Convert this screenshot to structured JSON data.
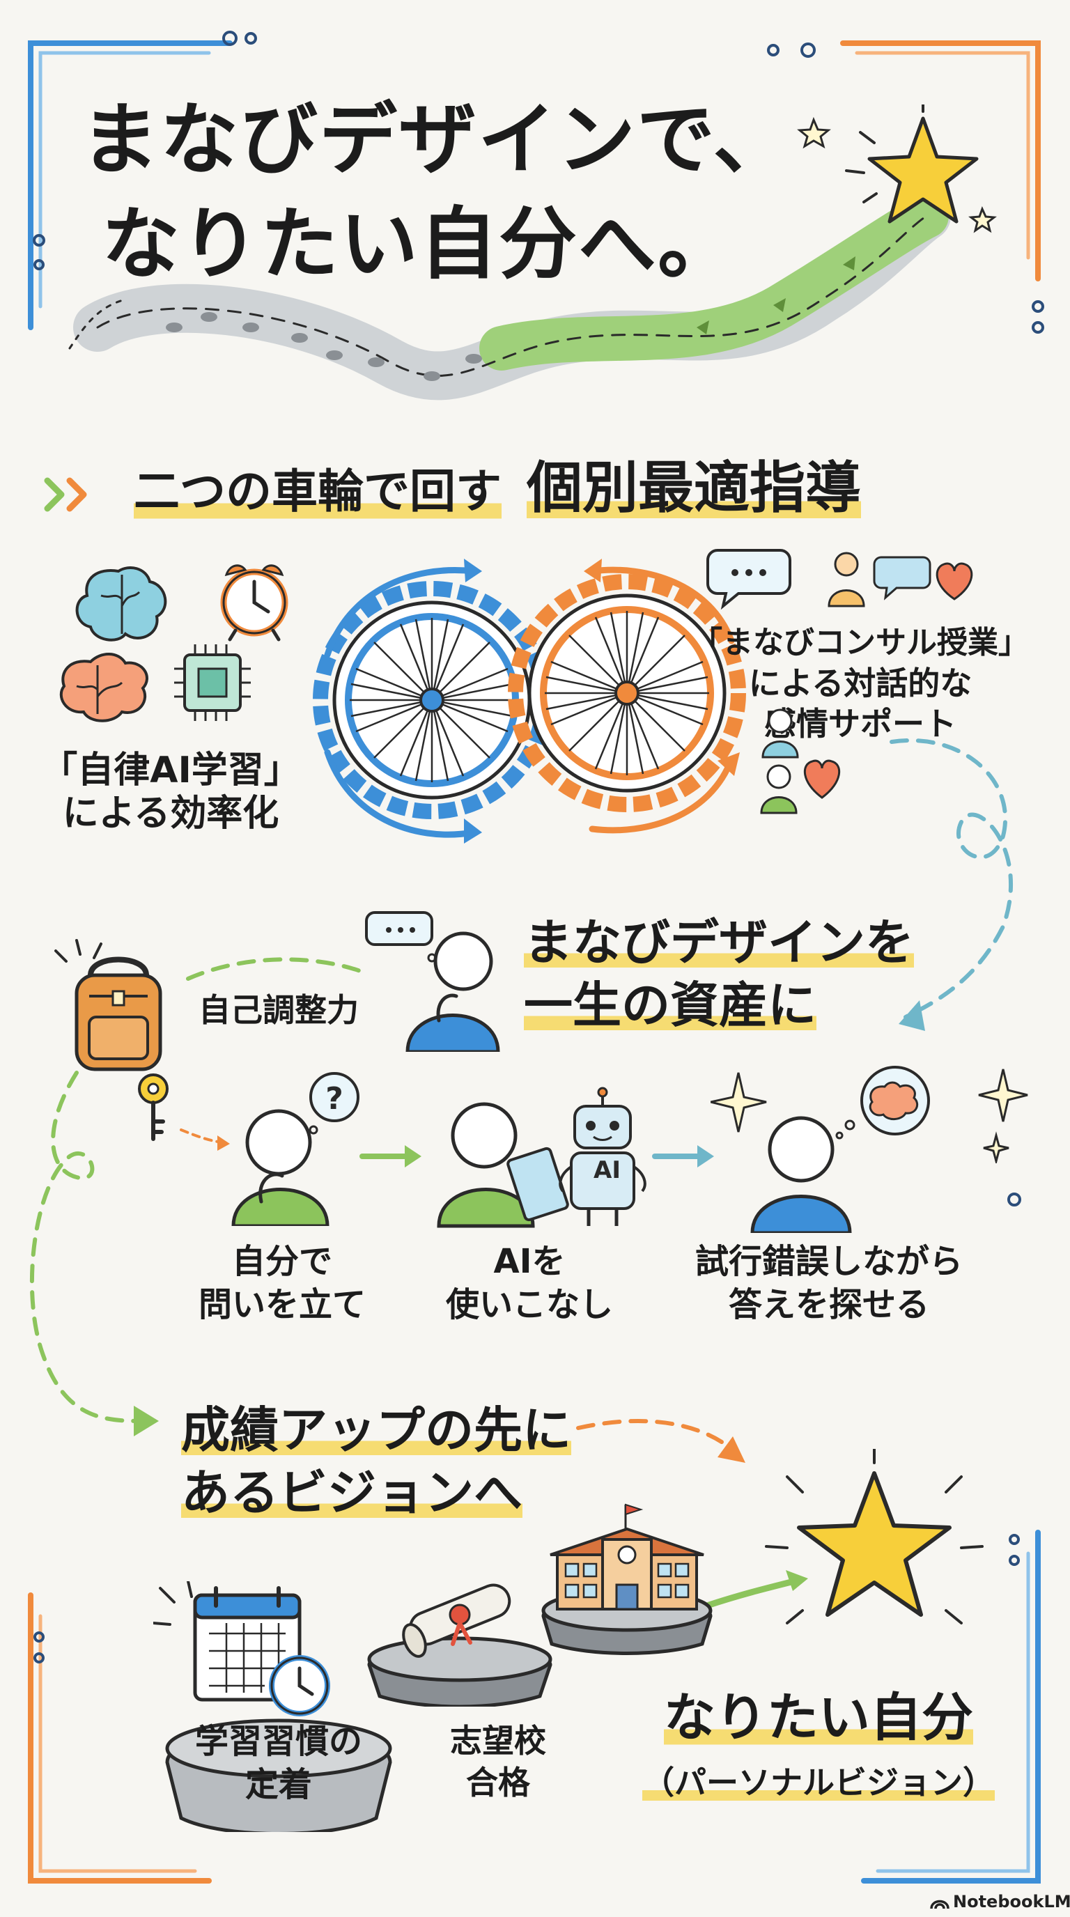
{
  "title": {
    "line1": "まなびデザインで、",
    "line2": "なりたい自分へ。"
  },
  "section1": {
    "heading_small": "二つの車輪で回す",
    "heading_large": "個別最適指導",
    "left_caption_line1": "「自律AI学習」",
    "left_caption_line2": "による効率化",
    "right_caption_line1": "「まなびコンサル授業」",
    "right_caption_line2": "による対話的な",
    "right_caption_line3": "感情サポート"
  },
  "section2": {
    "heading_line1": "まなびデザインを",
    "heading_line2": "一生の資産に",
    "skill_label": "自己調整力",
    "step1_line1": "自分で",
    "step1_line2": "問いを立て",
    "step2_line1": "AIを",
    "step2_line2": "使いこなし",
    "step3_line1": "試行錯誤しながら",
    "step3_line2": "答えを探せる",
    "robot_badge": "AI"
  },
  "section3": {
    "heading_line1": "成績アップの先に",
    "heading_line2": "あるビジョンへ",
    "stage1_line1": "学習習慣の",
    "stage1_line2": "定着",
    "stage2_line1": "志望校",
    "stage2_line2": "合格",
    "goal_line1": "なりたい自分",
    "goal_line2": "（パーソナルビジョン）"
  },
  "footer": {
    "brand": "NotebookLM"
  },
  "colors": {
    "blue": "#3d8fd8",
    "orange": "#f08a3c",
    "green": "#8cc45c",
    "yellow": "#f6dc72",
    "star": "#f7cf3a",
    "teal": "#6fb6c9"
  },
  "icons": [
    "brain-icon",
    "alarm-clock-icon",
    "chip-icon",
    "speech-bubble-icon",
    "person-icon",
    "heart-icon",
    "backpack-icon",
    "key-icon",
    "question-bubble-icon",
    "robot-icon",
    "tablet-icon",
    "sparkle-icon",
    "calendar-icon",
    "clock-icon",
    "diploma-icon",
    "school-icon",
    "star-icon"
  ]
}
